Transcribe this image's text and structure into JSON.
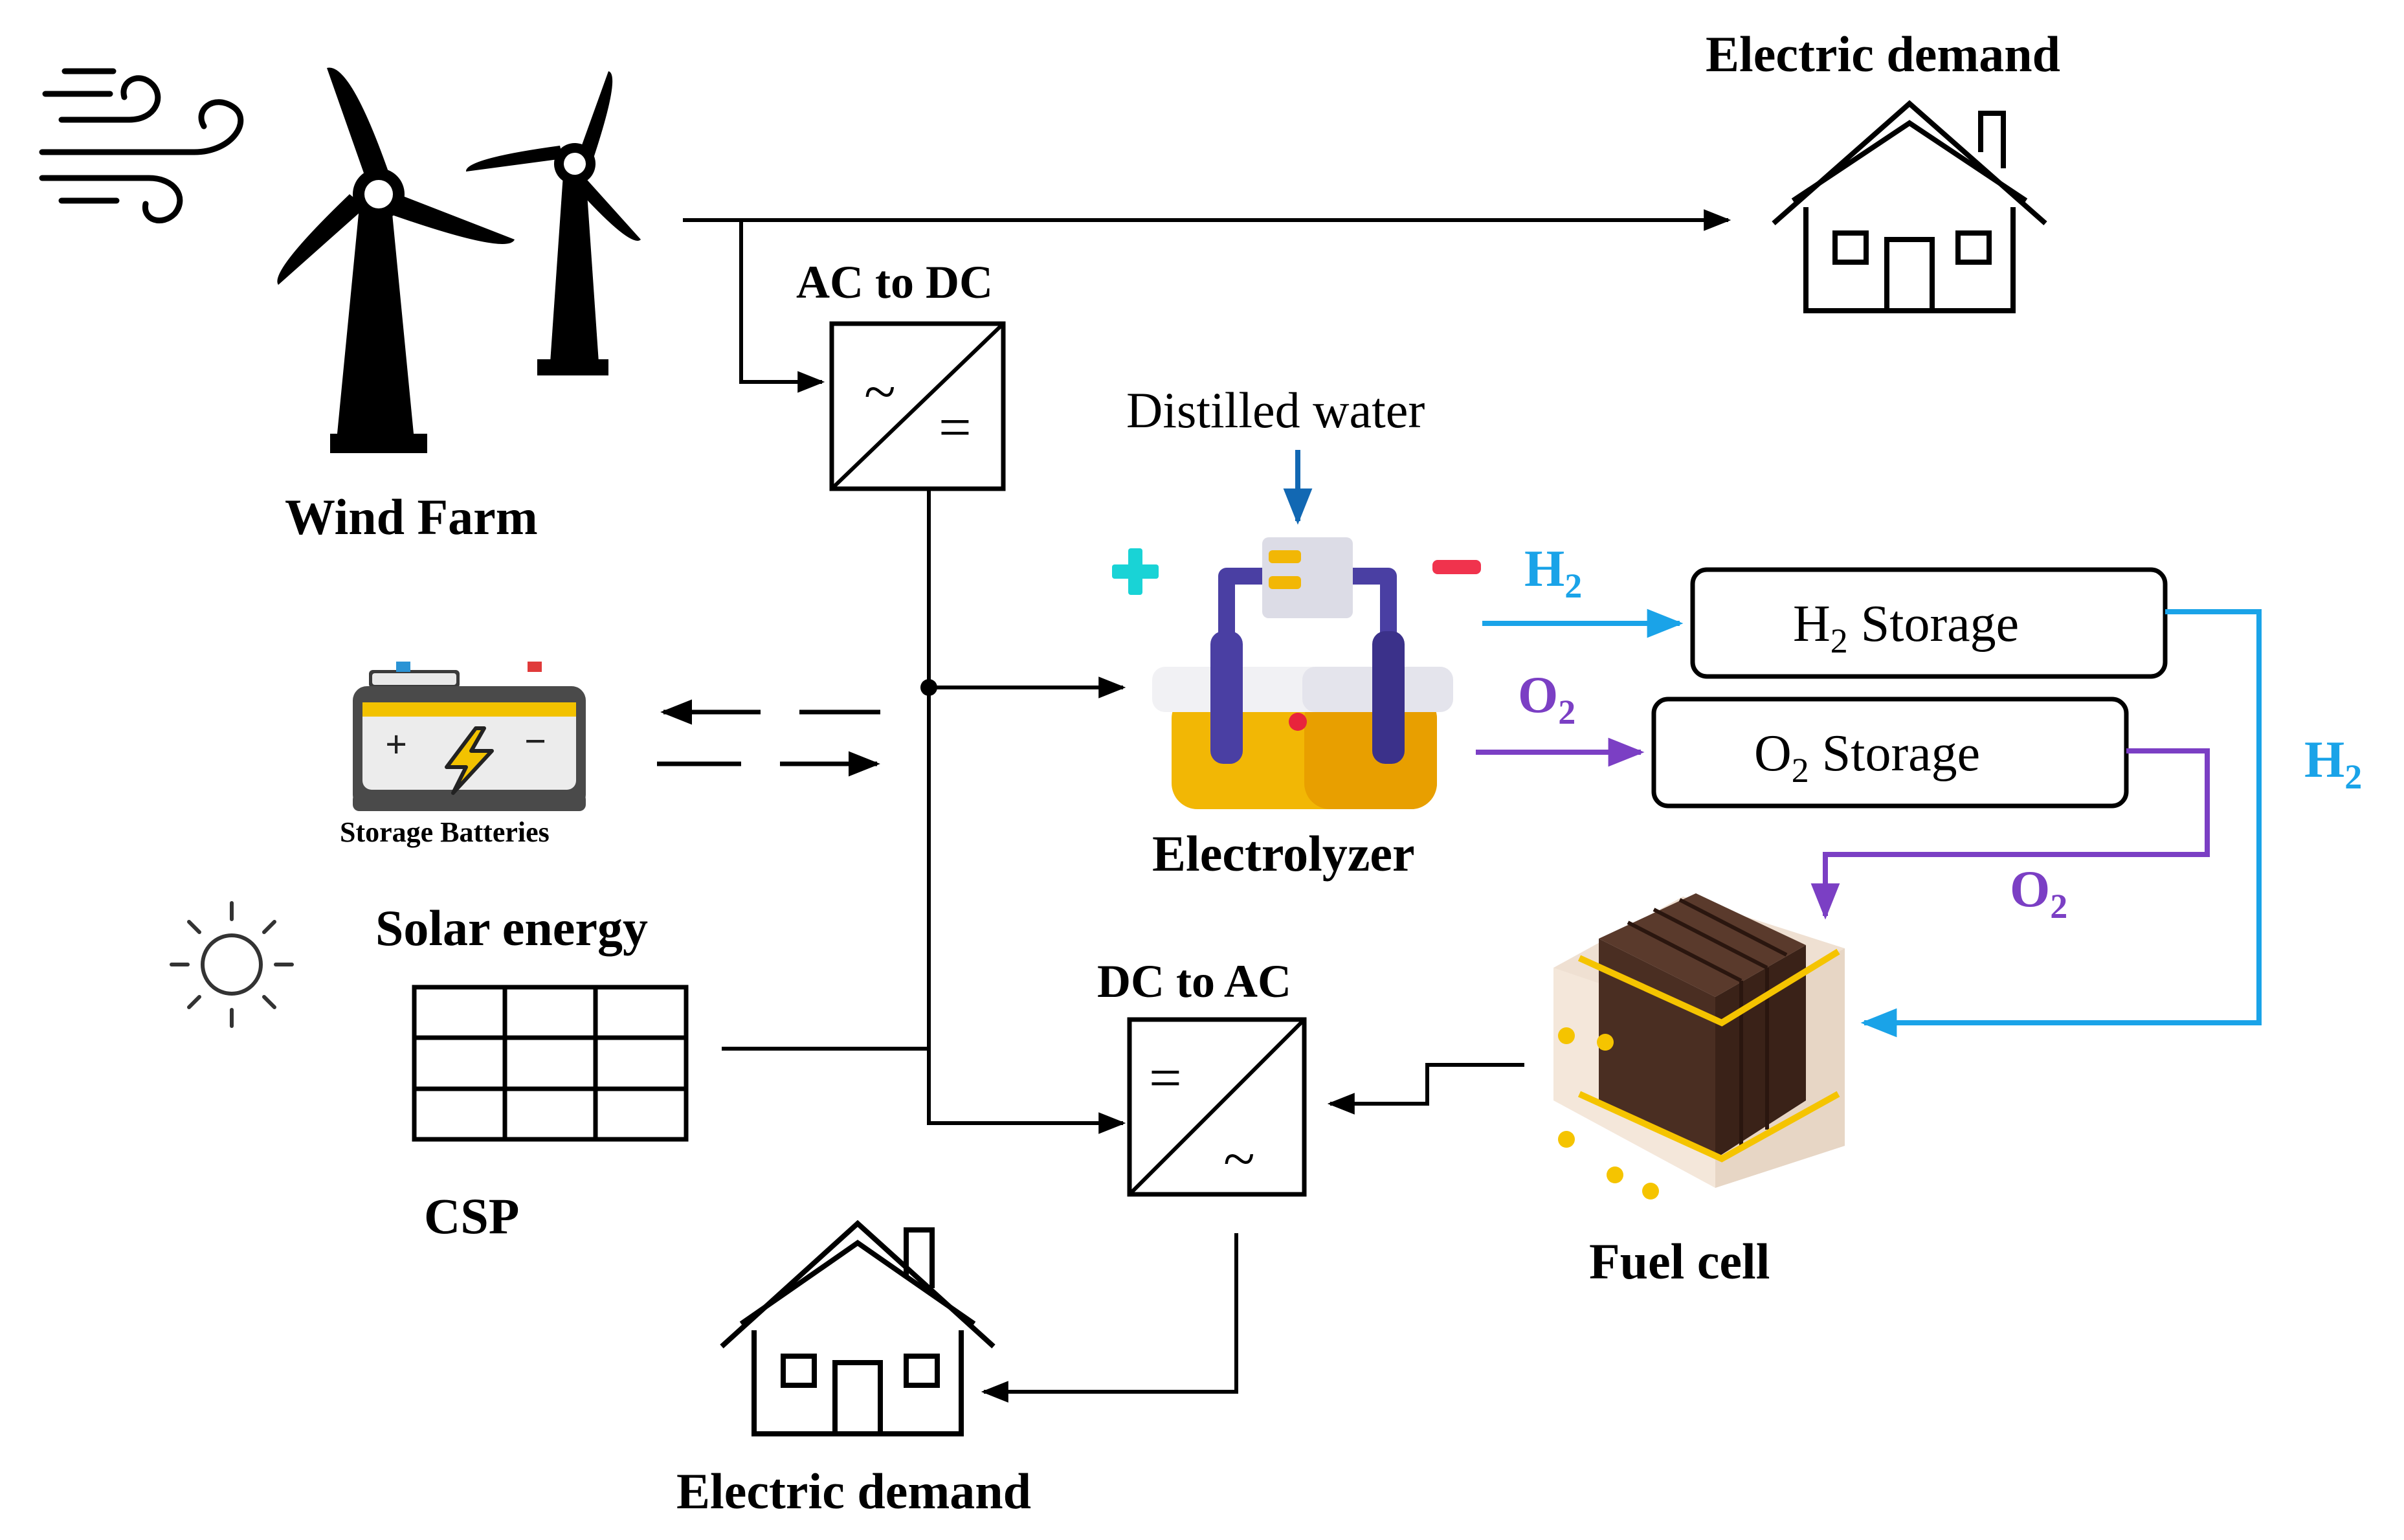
{
  "colors": {
    "line": "#000000",
    "hydrogen": "#1aa3e8",
    "oxygen": "#7b3fc4",
    "water_arrow": "#1268b3",
    "plus": "#19d3d6",
    "minus": "#f0334d",
    "electrolyte": "#f2b705",
    "electrode": "#4a3fa3",
    "fuelcell_dark": "#4a2e22",
    "fuelcell_light": "#efe0d2",
    "fuelcell_band": "#f5c400"
  },
  "labels": {
    "wind_farm": "Wind Farm",
    "electric_demand_top": "Electric demand",
    "ac_to_dc": "AC to DC",
    "distilled_water": "Distilled water",
    "h2_main": "H",
    "o2_main": "O",
    "sub_2": "2",
    "h2_storage_prefix": "H",
    "h2_storage_suffix": " Storage",
    "o2_storage_prefix": "O",
    "o2_storage_suffix": " Storage",
    "h2_side": "H",
    "o2_side": "O",
    "storage_batteries": "Storage Batteries",
    "electrolyzer": "Electrolyzer",
    "solar_energy": "Solar energy",
    "csp": "CSP",
    "dc_to_ac": "DC to AC",
    "fuel_cell": "Fuel cell",
    "electric_demand_bottom": "Electric demand",
    "battery_plus": "+",
    "battery_minus": "−",
    "ac_symbol": "~",
    "dc_symbol": "="
  }
}
